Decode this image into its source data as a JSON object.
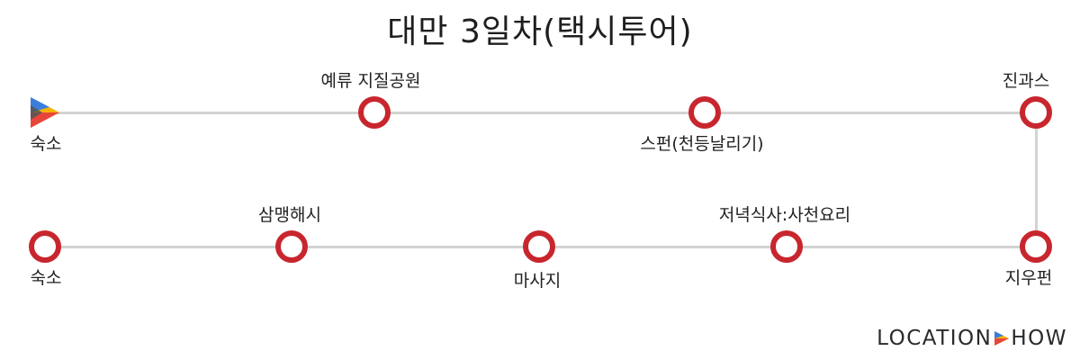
{
  "title": "대만 3일차(택시투어)",
  "stops": {
    "start_home": {
      "label": "숙소"
    },
    "yeliu": {
      "label": "예류 지질공원"
    },
    "shifen": {
      "label": "스펀(천등날리기)"
    },
    "jinguashi": {
      "label": "진과스"
    },
    "jiufen": {
      "label": "지우펀"
    },
    "dinner": {
      "label": "저녁식사:사천요리"
    },
    "massage": {
      "label": "마사지"
    },
    "sammaeng": {
      "label": "삼맹해시"
    },
    "end_home": {
      "label": "숙소"
    }
  },
  "brand": {
    "left": "LOCATION",
    "right": "HOW",
    "accent_colors": [
      "#e8453c",
      "#f5b400",
      "#3b7ddd"
    ]
  },
  "colors": {
    "stop_ring": "#c8262e",
    "route_line": "#d3d3d3",
    "start_icon": [
      "#3b7ddd",
      "#e8453c",
      "#f5b400",
      "#555555"
    ]
  }
}
